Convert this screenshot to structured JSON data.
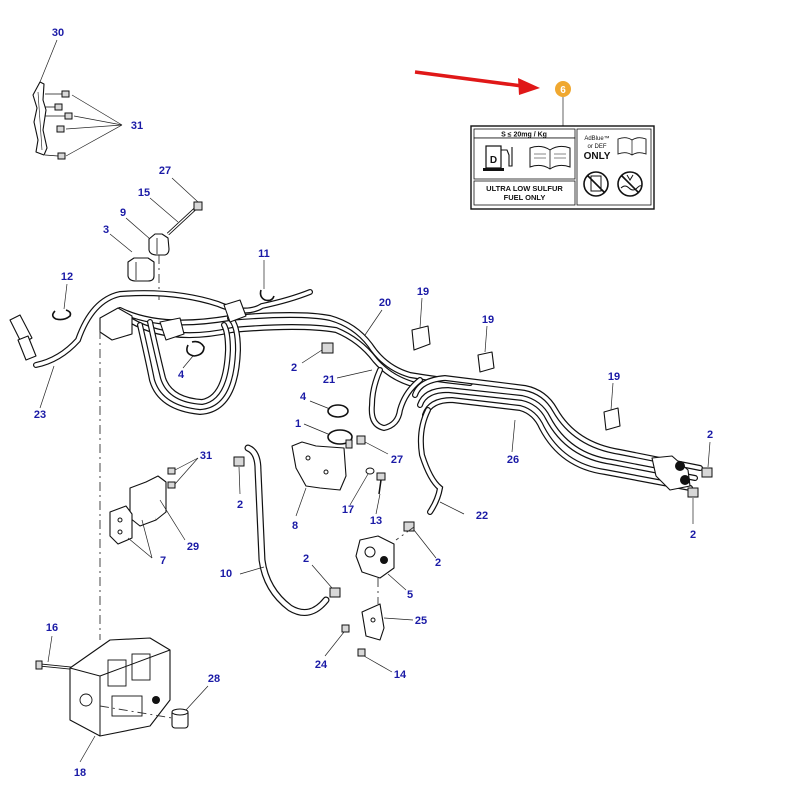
{
  "callouts": {
    "c30": "30",
    "c31a": "31",
    "c27a": "27",
    "c15": "15",
    "c9": "9",
    "c3": "3",
    "c11": "11",
    "c12": "12",
    "c20": "20",
    "c19a": "19",
    "c19b": "19",
    "c19c": "19",
    "c2a": "2",
    "c4a": "4",
    "c23": "23",
    "c21": "21",
    "c4b": "4",
    "c1": "1",
    "c27b": "27",
    "c26": "26",
    "c2b": "2",
    "c2c": "2",
    "c31b": "31",
    "c2d": "2",
    "c17": "17",
    "c13": "13",
    "c22": "22",
    "c8": "8",
    "c29": "29",
    "c7": "7",
    "c2e": "2",
    "c2f": "2",
    "c10": "10",
    "c5": "5",
    "c25": "25",
    "c16": "16",
    "c24": "24",
    "c14": "14",
    "c28": "28",
    "c18": "18",
    "c6": "6"
  },
  "decal": {
    "sulfur_spec": "S ≤ 20mg / Kg",
    "pump_letter": "D",
    "adblue_line1": "AdBlue™",
    "adblue_line2": "or DEF",
    "adblue_only": "ONLY",
    "ulsf_line1": "ULTRA LOW SULFUR",
    "ulsf_line2": "FUEL ONLY"
  },
  "colors": {
    "callout_text": "#1a1aa6",
    "highlight_badge": "#f0a830",
    "arrow": "#e01818"
  }
}
